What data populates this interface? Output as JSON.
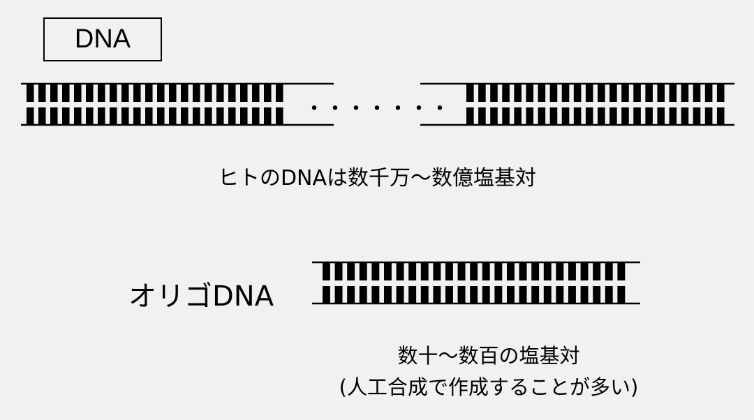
{
  "dna_box_label": "DNA",
  "ellipsis": "・・・・・・・",
  "human_caption": "ヒトのDNAは数千万～数億塩基対",
  "oligo_label": "オリゴDNA",
  "oligo_caption_line1": "数十～数百の塩基対",
  "oligo_caption_line2": "(人工合成で作成することが多い)",
  "colors": {
    "background": "#f1f1f1",
    "ink": "#000000"
  }
}
